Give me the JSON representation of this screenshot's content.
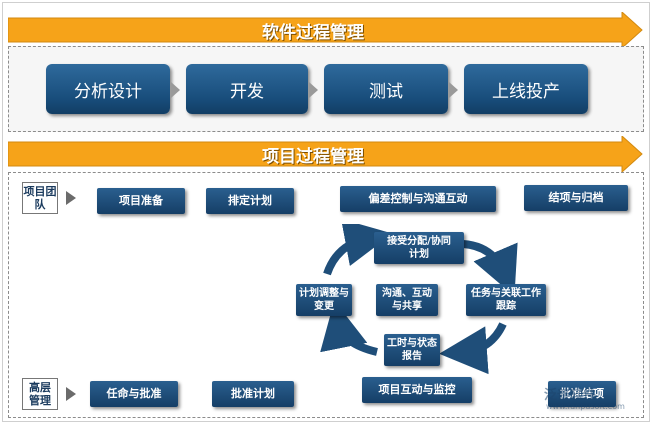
{
  "colors": {
    "banner_orange": "#f6a319",
    "box_blue": "#184d7b",
    "cycle_arrow": "#1f4e79"
  },
  "software_process": {
    "title": "软件过程管理",
    "phases": [
      "分析设计",
      "开发",
      "测试",
      "上线投产"
    ]
  },
  "project_process": {
    "title": "项目过程管理",
    "team": {
      "label": "项目团队",
      "steps": [
        "项目准备",
        "排定计划",
        "偏差控制与沟通互动",
        "结项与归档"
      ]
    },
    "cycle": {
      "top": "接受分配/协同计划",
      "right": "任务与关联工作跟踪",
      "bottom": "工时与状态报告",
      "left": "计划调整与变更",
      "center": "沟通、互动与共享"
    },
    "management": {
      "label": "高层管理",
      "steps": [
        "任命与批准",
        "批准计划",
        "项目互动与监控",
        "批准结项"
      ]
    }
  },
  "watermark": {
    "name": "泛普软件",
    "url": "www.fanpusoft.com"
  }
}
